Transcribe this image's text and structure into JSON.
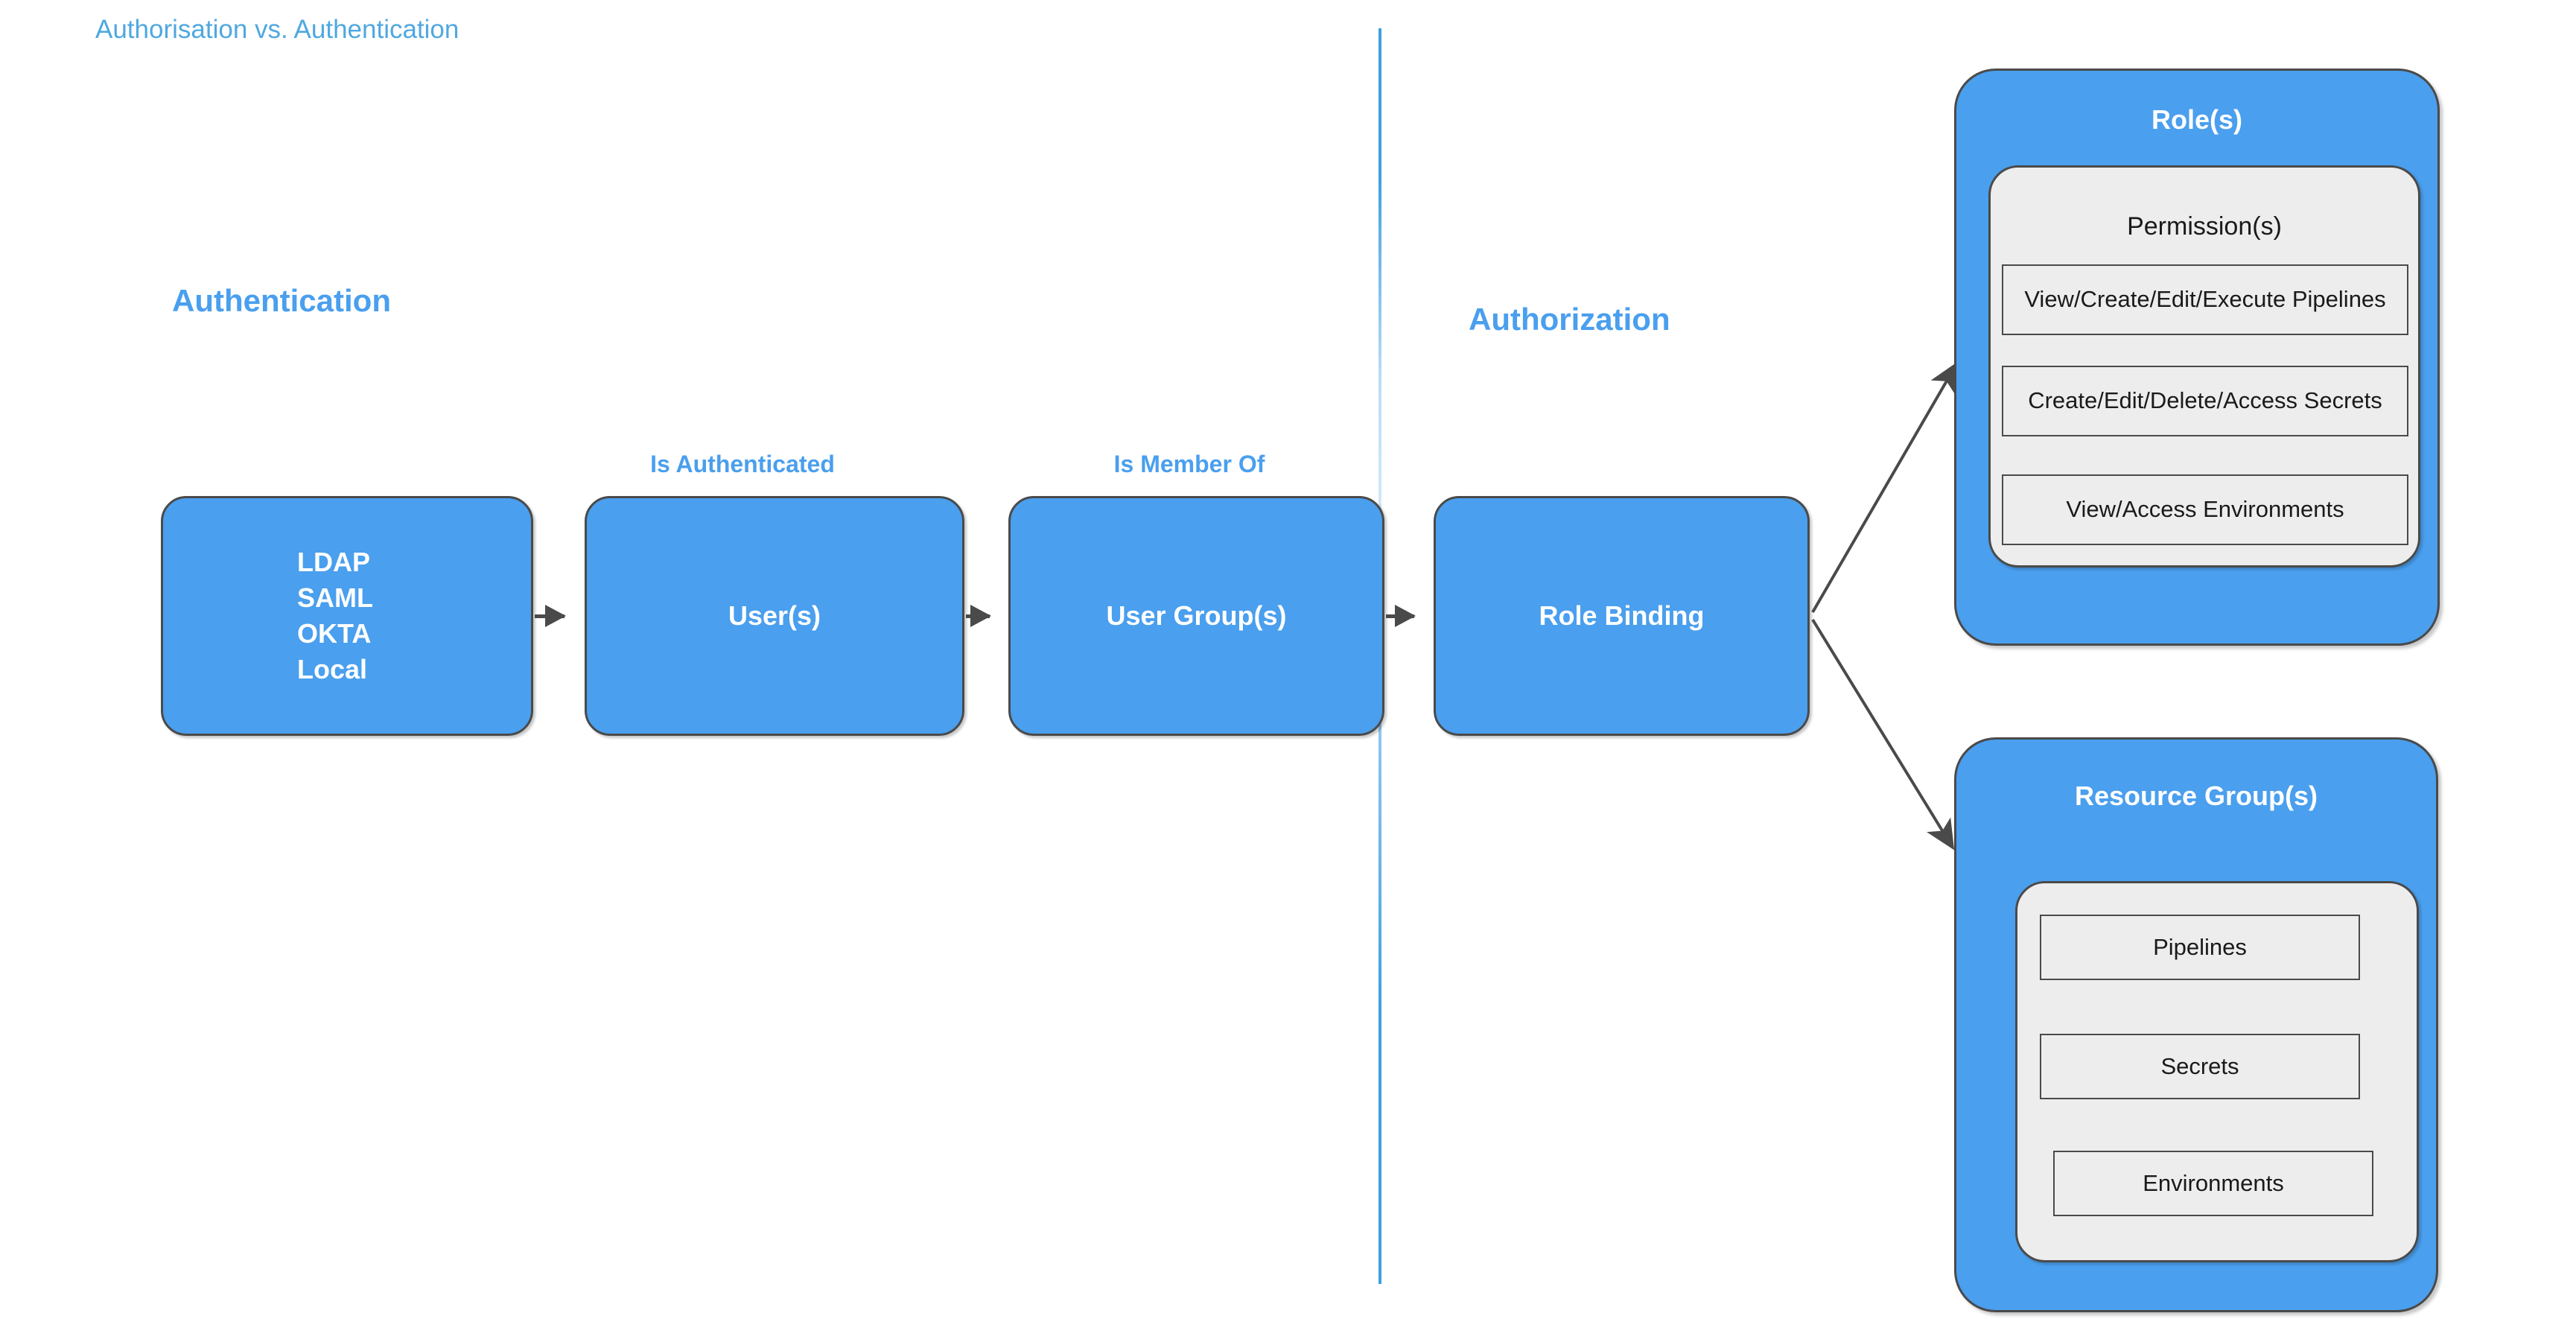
{
  "title": "Authorisation vs. Authentication",
  "colors": {
    "brand_blue": "#4A9FEE",
    "title_blue": "#4FA8E0",
    "panel_gray": "#ededed",
    "stroke_gray": "#4a4a4a"
  },
  "sections": {
    "authentication_heading": "Authentication",
    "authorization_heading": "Authorization"
  },
  "edge_labels": {
    "is_authenticated": "Is Authenticated",
    "is_member_of": "Is Member Of"
  },
  "flow": {
    "idp": {
      "methods": [
        "LDAP",
        "SAML",
        "OKTA",
        "Local"
      ]
    },
    "users": {
      "label": "User(s)"
    },
    "user_groups": {
      "label": "User Group(s)"
    },
    "role_binding": {
      "label": "Role Binding"
    }
  },
  "roles_panel": {
    "title": "Role(s)",
    "inner_title": "Permission(s)",
    "permissions": [
      "View/Create/Edit/Execute Pipelines",
      "Create/Edit/Delete/Access Secrets",
      "View/Access Environments"
    ]
  },
  "resource_groups_panel": {
    "title": "Resource Group(s)",
    "resources": [
      "Pipelines",
      "Secrets",
      "Environments"
    ]
  }
}
